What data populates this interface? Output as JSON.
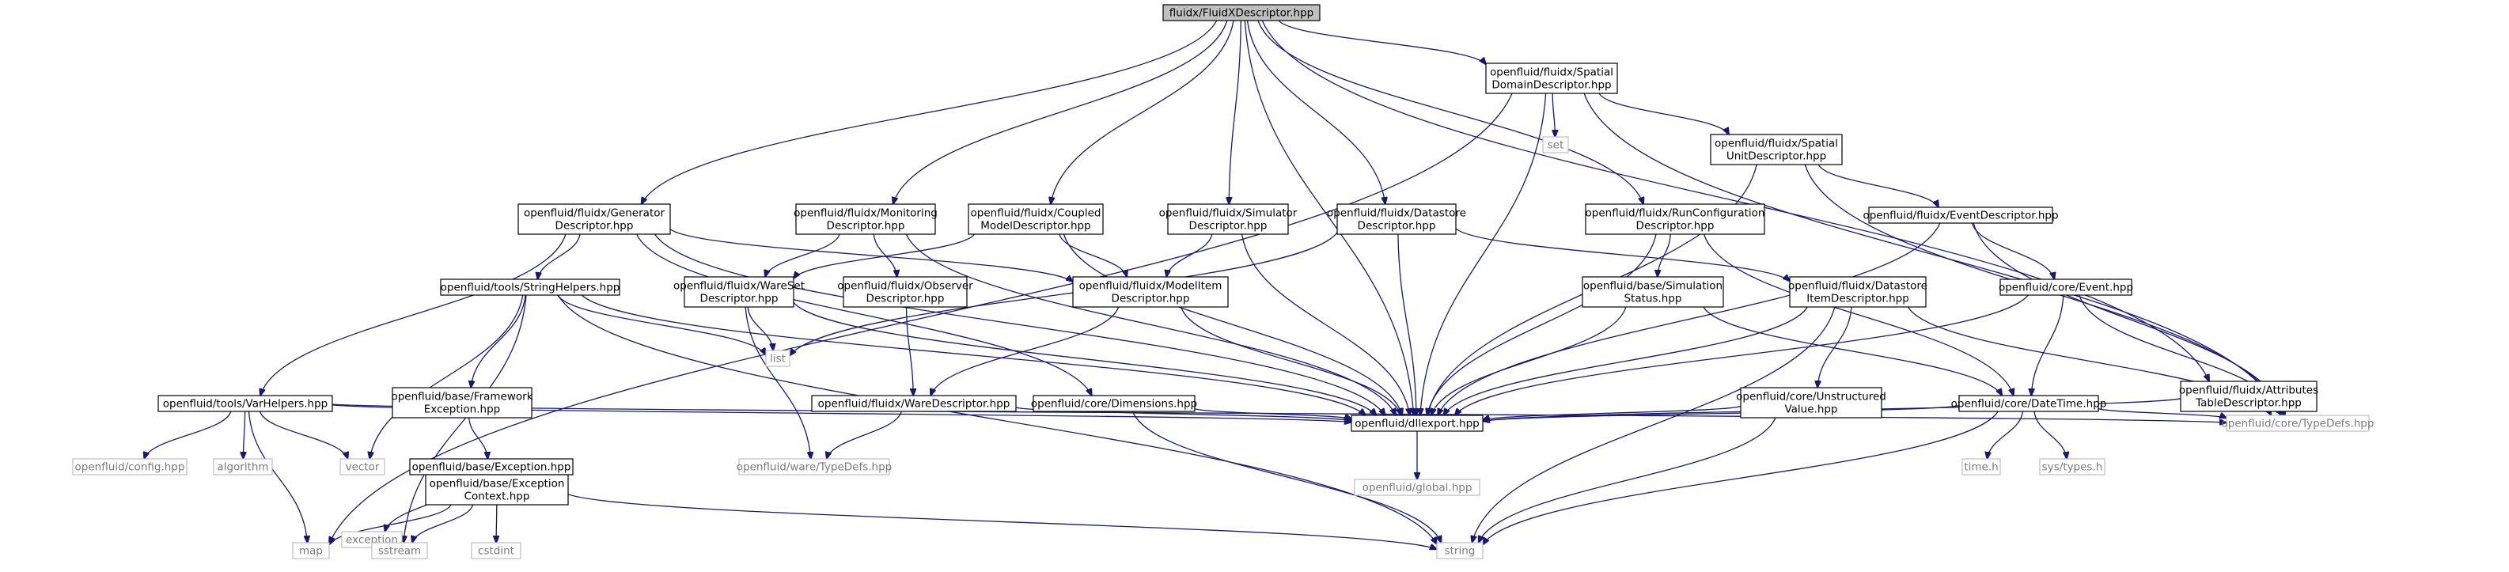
{
  "diagram": {
    "colors": {
      "edge": "#191970",
      "root_fill": "#bfbfbf",
      "node_border": "#000000",
      "external_border": "#bfbfbf",
      "external_text": "#7a7a7a"
    },
    "nodes": [
      {
        "id": "root",
        "lines": [
          "fluidx/FluidXDescriptor.hpp"
        ],
        "kind": "root"
      },
      {
        "id": "spatialdomain",
        "lines": [
          "openfluid/fluidx/Spatial",
          "DomainDescriptor.hpp"
        ],
        "kind": "internal"
      },
      {
        "id": "set",
        "lines": [
          "set"
        ],
        "kind": "external"
      },
      {
        "id": "spatialunit",
        "lines": [
          "openfluid/fluidx/Spatial",
          "UnitDescriptor.hpp"
        ],
        "kind": "internal"
      },
      {
        "id": "generator",
        "lines": [
          "openfluid/fluidx/Generator",
          "Descriptor.hpp"
        ],
        "kind": "internal"
      },
      {
        "id": "monitoring",
        "lines": [
          "openfluid/fluidx/Monitoring",
          "Descriptor.hpp"
        ],
        "kind": "internal"
      },
      {
        "id": "coupled",
        "lines": [
          "openfluid/fluidx/Coupled",
          "ModelDescriptor.hpp"
        ],
        "kind": "internal"
      },
      {
        "id": "simulator",
        "lines": [
          "openfluid/fluidx/Simulator",
          "Descriptor.hpp"
        ],
        "kind": "internal"
      },
      {
        "id": "datastore",
        "lines": [
          "openfluid/fluidx/Datastore",
          "Descriptor.hpp"
        ],
        "kind": "internal"
      },
      {
        "id": "runconfig",
        "lines": [
          "openfluid/fluidx/RunConfiguration",
          "Descriptor.hpp"
        ],
        "kind": "internal"
      },
      {
        "id": "eventdesc",
        "lines": [
          "openfluid/fluidx/EventDescriptor.hpp"
        ],
        "kind": "internal"
      },
      {
        "id": "stringhelpers",
        "lines": [
          "openfluid/tools/StringHelpers.hpp"
        ],
        "kind": "internal"
      },
      {
        "id": "wareset",
        "lines": [
          "openfluid/fluidx/WareSet",
          "Descriptor.hpp"
        ],
        "kind": "internal"
      },
      {
        "id": "observer",
        "lines": [
          "openfluid/fluidx/Observer",
          "Descriptor.hpp"
        ],
        "kind": "internal"
      },
      {
        "id": "modelitem",
        "lines": [
          "openfluid/fluidx/ModelItem",
          "Descriptor.hpp"
        ],
        "kind": "internal"
      },
      {
        "id": "simstatus",
        "lines": [
          "openfluid/base/Simulation",
          "Status.hpp"
        ],
        "kind": "internal"
      },
      {
        "id": "dsitem",
        "lines": [
          "openfluid/fluidx/Datastore",
          "ItemDescriptor.hpp"
        ],
        "kind": "internal"
      },
      {
        "id": "event",
        "lines": [
          "openfluid/core/Event.hpp"
        ],
        "kind": "internal"
      },
      {
        "id": "attrtable",
        "lines": [
          "openfluid/fluidx/Attributes",
          "TableDescriptor.hpp"
        ],
        "kind": "internal"
      },
      {
        "id": "varhelpers",
        "lines": [
          "openfluid/tools/VarHelpers.hpp"
        ],
        "kind": "internal"
      },
      {
        "id": "fwexception",
        "lines": [
          "openfluid/base/Framework",
          "Exception.hpp"
        ],
        "kind": "internal"
      },
      {
        "id": "waredesc",
        "lines": [
          "openfluid/fluidx/WareDescriptor.hpp"
        ],
        "kind": "internal"
      },
      {
        "id": "dimensions",
        "lines": [
          "openfluid/core/Dimensions.hpp"
        ],
        "kind": "internal"
      },
      {
        "id": "unstructured",
        "lines": [
          "openfluid/core/Unstructured",
          "Value.hpp"
        ],
        "kind": "internal"
      },
      {
        "id": "datetime",
        "lines": [
          "openfluid/core/DateTime.hpp"
        ],
        "kind": "internal"
      },
      {
        "id": "list",
        "lines": [
          "list"
        ],
        "kind": "external"
      },
      {
        "id": "config",
        "lines": [
          "openfluid/config.hpp"
        ],
        "kind": "external"
      },
      {
        "id": "algorithm",
        "lines": [
          "algorithm"
        ],
        "kind": "external"
      },
      {
        "id": "vector",
        "lines": [
          "vector"
        ],
        "kind": "external"
      },
      {
        "id": "waretypedefs",
        "lines": [
          "openfluid/ware/TypeDefs.hpp"
        ],
        "kind": "external"
      },
      {
        "id": "dllexport",
        "lines": [
          "openfluid/dllexport.hpp"
        ],
        "kind": "internal"
      },
      {
        "id": "timeh",
        "lines": [
          "time.h"
        ],
        "kind": "external"
      },
      {
        "id": "systypes",
        "lines": [
          "sys/types.h"
        ],
        "kind": "external"
      },
      {
        "id": "coretypedefs",
        "lines": [
          "openfluid/core/TypeDefs.hpp"
        ],
        "kind": "external"
      },
      {
        "id": "baseexception",
        "lines": [
          "openfluid/base/Exception.hpp"
        ],
        "kind": "internal"
      },
      {
        "id": "exception",
        "lines": [
          "exception"
        ],
        "kind": "external"
      },
      {
        "id": "exceptioncontext",
        "lines": [
          "openfluid/base/Exception",
          "Context.hpp"
        ],
        "kind": "internal"
      },
      {
        "id": "global",
        "lines": [
          "openfluid/global.hpp"
        ],
        "kind": "external"
      },
      {
        "id": "map",
        "lines": [
          "map"
        ],
        "kind": "external"
      },
      {
        "id": "sstream",
        "lines": [
          "sstream"
        ],
        "kind": "external"
      },
      {
        "id": "cstdint",
        "lines": [
          "cstdint"
        ],
        "kind": "external"
      },
      {
        "id": "string",
        "lines": [
          "string"
        ],
        "kind": "external"
      }
    ],
    "edges": [
      [
        "root",
        "spatialdomain"
      ],
      [
        "root",
        "generator"
      ],
      [
        "root",
        "monitoring"
      ],
      [
        "root",
        "coupled"
      ],
      [
        "root",
        "simulator"
      ],
      [
        "root",
        "datastore"
      ],
      [
        "root",
        "runconfig"
      ],
      [
        "root",
        "attrtable"
      ],
      [
        "root",
        "dllexport"
      ],
      [
        "spatialdomain",
        "set"
      ],
      [
        "spatialdomain",
        "spatialunit"
      ],
      [
        "spatialdomain",
        "dllexport"
      ],
      [
        "spatialdomain",
        "map"
      ],
      [
        "spatialdomain",
        "coretypedefs"
      ],
      [
        "spatialunit",
        "eventdesc"
      ],
      [
        "spatialunit",
        "dllexport"
      ],
      [
        "spatialunit",
        "coretypedefs"
      ],
      [
        "generator",
        "stringhelpers"
      ],
      [
        "generator",
        "varhelpers"
      ],
      [
        "generator",
        "modelitem"
      ],
      [
        "generator",
        "dimensions"
      ],
      [
        "generator",
        "dllexport"
      ],
      [
        "monitoring",
        "wareset"
      ],
      [
        "monitoring",
        "observer"
      ],
      [
        "monitoring",
        "dllexport"
      ],
      [
        "coupled",
        "wareset"
      ],
      [
        "coupled",
        "modelitem"
      ],
      [
        "coupled",
        "dllexport"
      ],
      [
        "simulator",
        "modelitem"
      ],
      [
        "simulator",
        "dllexport"
      ],
      [
        "datastore",
        "dsitem"
      ],
      [
        "datastore",
        "list"
      ],
      [
        "datastore",
        "dllexport"
      ],
      [
        "runconfig",
        "simstatus"
      ],
      [
        "runconfig",
        "datetime"
      ],
      [
        "runconfig",
        "dllexport"
      ],
      [
        "eventdesc",
        "event"
      ],
      [
        "eventdesc",
        "dllexport"
      ],
      [
        "eventdesc",
        "coretypedefs"
      ],
      [
        "stringhelpers",
        "fwexception"
      ],
      [
        "stringhelpers",
        "list"
      ],
      [
        "stringhelpers",
        "vector"
      ],
      [
        "stringhelpers",
        "string"
      ],
      [
        "stringhelpers",
        "sstream"
      ],
      [
        "stringhelpers",
        "dllexport"
      ],
      [
        "wareset",
        "list"
      ],
      [
        "wareset",
        "waretypedefs"
      ],
      [
        "wareset",
        "dllexport"
      ],
      [
        "observer",
        "waredesc"
      ],
      [
        "modelitem",
        "waredesc"
      ],
      [
        "modelitem",
        "dllexport"
      ],
      [
        "simstatus",
        "datetime"
      ],
      [
        "simstatus",
        "dllexport"
      ],
      [
        "dsitem",
        "unstructured"
      ],
      [
        "dsitem",
        "string"
      ],
      [
        "dsitem",
        "coretypedefs"
      ],
      [
        "dsitem",
        "dllexport"
      ],
      [
        "event",
        "datetime"
      ],
      [
        "event",
        "coretypedefs"
      ],
      [
        "event",
        "dllexport"
      ],
      [
        "attrtable",
        "coretypedefs"
      ],
      [
        "attrtable",
        "dllexport"
      ],
      [
        "varhelpers",
        "config"
      ],
      [
        "varhelpers",
        "algorithm"
      ],
      [
        "varhelpers",
        "vector"
      ],
      [
        "varhelpers",
        "map"
      ],
      [
        "varhelpers",
        "dllexport"
      ],
      [
        "varhelpers",
        "coretypedefs"
      ],
      [
        "fwexception",
        "baseexception"
      ],
      [
        "waredesc",
        "waretypedefs"
      ],
      [
        "waredesc",
        "dllexport"
      ],
      [
        "dimensions",
        "string"
      ],
      [
        "dimensions",
        "dllexport"
      ],
      [
        "unstructured",
        "string"
      ],
      [
        "unstructured",
        "dllexport"
      ],
      [
        "datetime",
        "timeh"
      ],
      [
        "datetime",
        "systypes"
      ],
      [
        "datetime",
        "string"
      ],
      [
        "datetime",
        "coretypedefs"
      ],
      [
        "datetime",
        "dllexport"
      ],
      [
        "dllexport",
        "global"
      ],
      [
        "baseexception",
        "exception"
      ],
      [
        "baseexception",
        "exceptioncontext"
      ],
      [
        "exceptioncontext",
        "map"
      ],
      [
        "exceptioncontext",
        "sstream"
      ],
      [
        "exceptioncontext",
        "cstdint"
      ],
      [
        "exceptioncontext",
        "string"
      ]
    ]
  }
}
